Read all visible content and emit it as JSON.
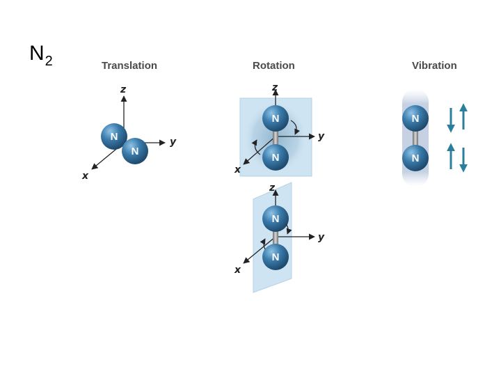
{
  "molecule": {
    "symbol": "N",
    "subscript": "2"
  },
  "panels": {
    "translation": {
      "title": "Translation"
    },
    "rotation": {
      "title": "Rotation"
    },
    "vibration": {
      "title": "Vibration"
    }
  },
  "atom_label": "N",
  "axes": {
    "x": "x",
    "y": "y",
    "z": "z"
  },
  "colors": {
    "atom": "#2f6b96",
    "plane": "#cfe4f2",
    "vibration_arrow": "#2b7f9a",
    "bond": "#8a8a8a"
  }
}
